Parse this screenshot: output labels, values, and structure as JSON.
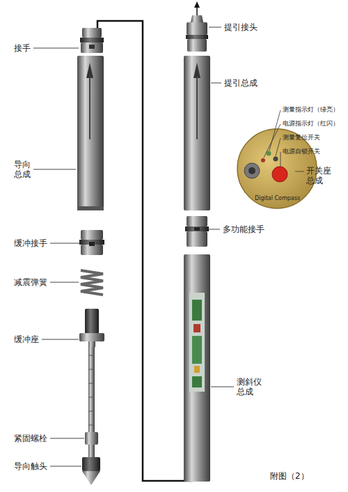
{
  "diagram": {
    "caption": "附图（2）",
    "labels": [
      "接手",
      "导向总成",
      "缓冲接手",
      "减震弹簧",
      "缓冲座",
      "紧固螺栓",
      "导向触头",
      "提引接头",
      "提引总成",
      "测量指示灯（绿亮）",
      "电源指示灯（红闪）",
      "测量复位开关",
      "电源自锁开关",
      "开关座总成",
      "多功能接手",
      "测斜仪总成",
      "Digital Compass"
    ]
  }
}
